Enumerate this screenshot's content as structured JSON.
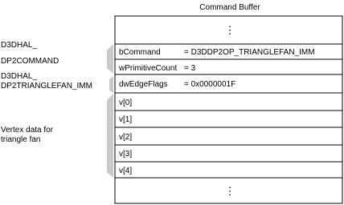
{
  "diagram": {
    "title": "Command Buffer",
    "ellipsis": "⋮",
    "brace_fill": "#c9c9c9",
    "box_stroke": "#000000",
    "left_labels": {
      "command_struct": [
        "D3DHAL_",
        "DP2COMMAND"
      ],
      "fan_struct": [
        "D3DHAL_",
        "DP2TRIANGLEFAN_IMM"
      ],
      "vertex_data": [
        "Vertex data for",
        "triangle fan"
      ]
    },
    "rows": {
      "command": {
        "field": "bCommand",
        "value": "= D3DDP2OP_TRIANGLEFAN_IMM"
      },
      "primitive_count": {
        "field": "wPrimitiveCount",
        "value": "= 3"
      },
      "edge_flags": {
        "field": "dwEdgeFlags",
        "value": "= 0x0000001F"
      },
      "vertices": [
        "v[0]",
        "v[1]",
        "v[2]",
        "v[3]",
        "v[4]"
      ]
    }
  }
}
